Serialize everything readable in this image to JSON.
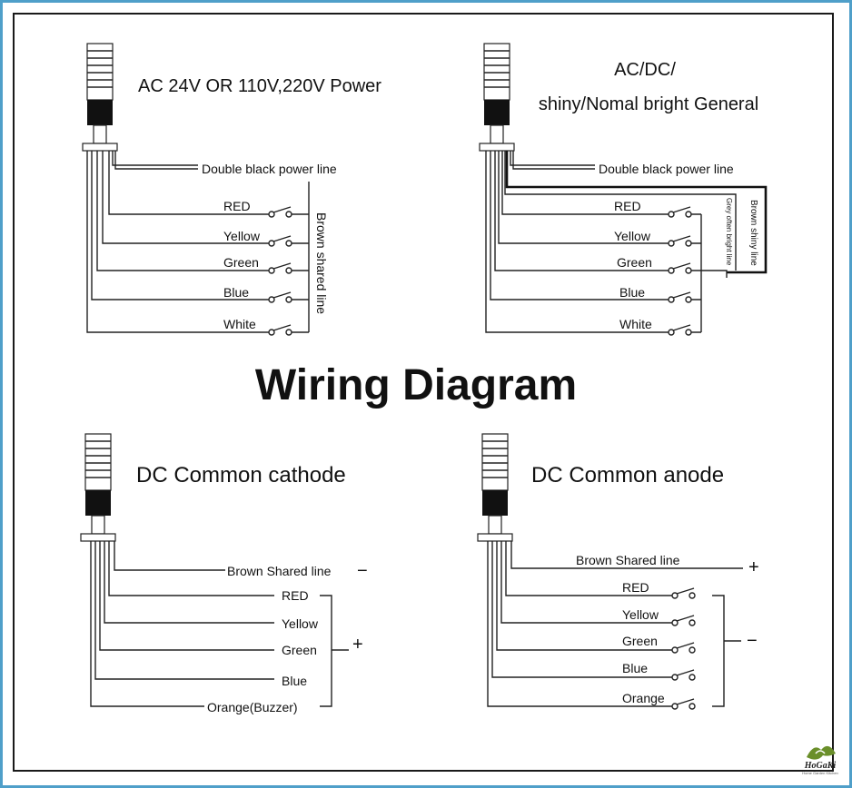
{
  "main_title": "Wiring Diagram",
  "panels": {
    "ac": {
      "heading": "AC 24V OR 110V,220V Power",
      "power_label": "Double black power line",
      "wires": [
        "RED",
        "Yellow",
        "Green",
        "Blue",
        "White"
      ],
      "shared_label": "Brown shared line"
    },
    "acdc": {
      "heading_line1": "AC/DC/",
      "heading_line2": "shiny/Nomal bright General",
      "power_label": "Double black power line",
      "wires": [
        "RED",
        "Yellow",
        "Green",
        "Blue",
        "White"
      ],
      "brown_shiny_label": "Brown shiny line",
      "grey_label": "Grey often bright line"
    },
    "cathode": {
      "heading": "DC Common cathode",
      "shared_label": "Brown Shared line",
      "shared_sign": "−",
      "wires": [
        "RED",
        "Yellow",
        "Green",
        "Blue",
        "Orange(Buzzer)"
      ],
      "group_sign": "+"
    },
    "anode": {
      "heading": "DC Common anode",
      "shared_label": "Brown Shared line",
      "shared_sign": "+",
      "wires": [
        "RED",
        "Yellow",
        "Green",
        "Blue",
        "Orange"
      ],
      "group_sign": "−"
    }
  },
  "watermark": {
    "text": "HoGaKi",
    "subtext": "Home Garden Kitchen"
  },
  "colors": {
    "outer_border": "#4f9fc9",
    "line": "#222222",
    "logo_accent": "#6a8f2a"
  }
}
